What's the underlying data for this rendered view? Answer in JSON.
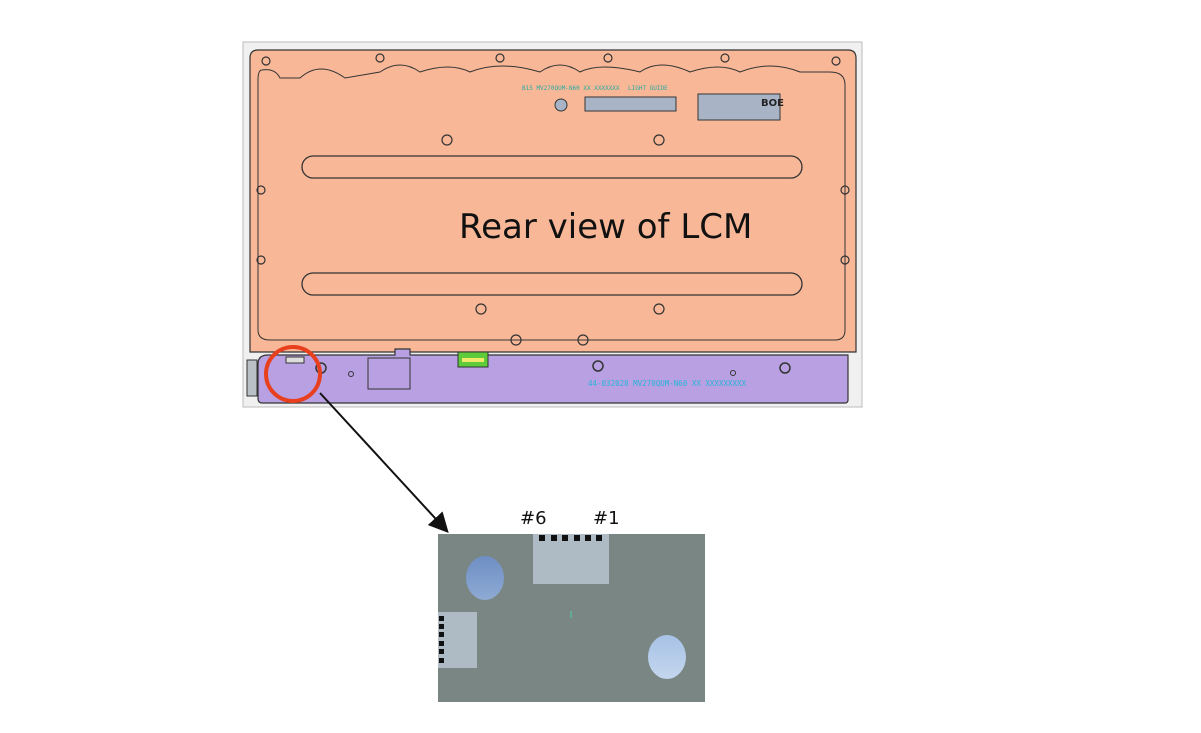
{
  "diagram": {
    "title": "Rear view of LCM",
    "pin_labels": {
      "first": "#6",
      "last": "#1"
    },
    "panel_texts": {
      "top_code": "B15 MV270QUM-N60 XX XXXXXXX",
      "light_guide": "LIGHT GUIDE",
      "brand": "BOE",
      "bottom_code": "44-032028 MV270QUM-N60 XX XXXXXXXXX"
    },
    "colors": {
      "panel": "#F8B898",
      "strip": "#B8A0E2",
      "highlight": "#E8401E",
      "inset": "#7A8683",
      "connector": "#AEBBC4"
    }
  }
}
